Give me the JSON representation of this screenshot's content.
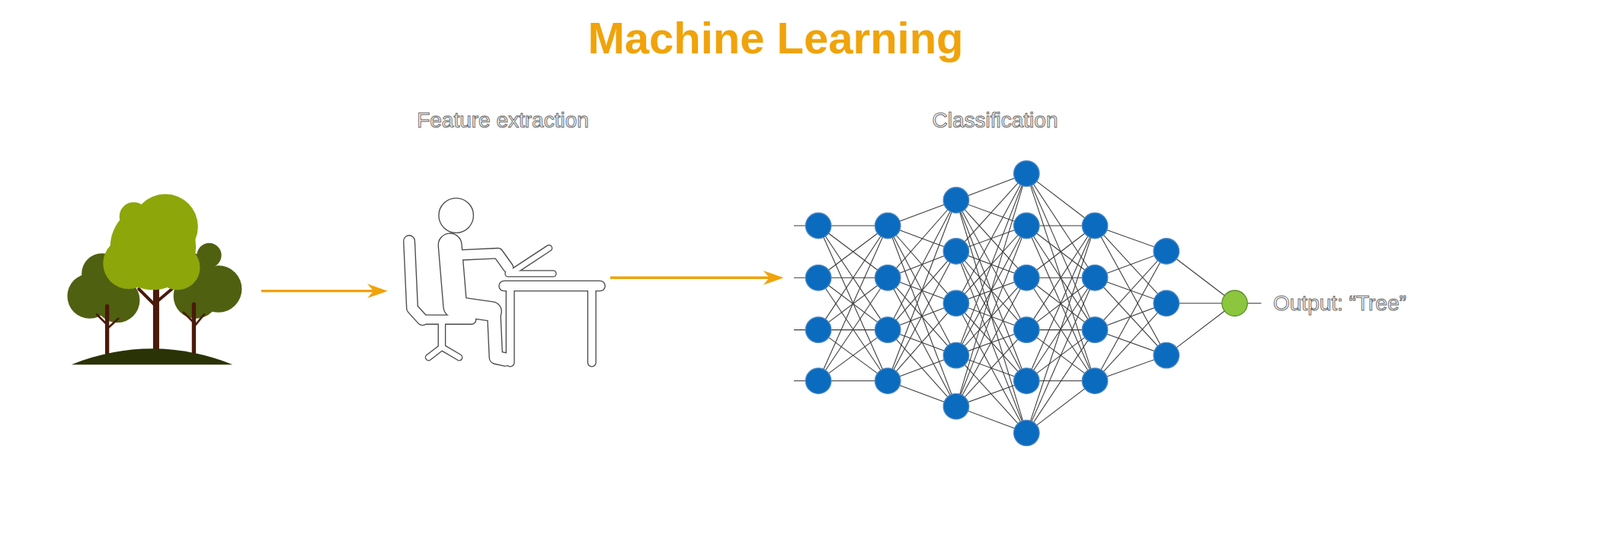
{
  "diagram": {
    "title": "Machine Learning",
    "labels": [
      "Feature extraction",
      "Classification",
      "Output: “Tree”"
    ]
  }
}
